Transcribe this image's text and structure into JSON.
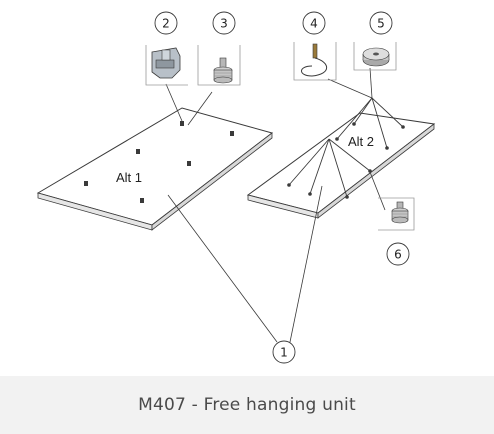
{
  "diagram": {
    "callouts": [
      {
        "id": "callout-1",
        "label": "1"
      },
      {
        "id": "callout-2",
        "label": "2"
      },
      {
        "id": "callout-3",
        "label": "3"
      },
      {
        "id": "callout-4",
        "label": "4"
      },
      {
        "id": "callout-5",
        "label": "5"
      },
      {
        "id": "callout-6",
        "label": "6"
      }
    ],
    "panels": {
      "alt1": {
        "label": "Alt 1"
      },
      "alt2": {
        "label": "Alt 2"
      }
    },
    "parts": [
      {
        "callout": "2",
        "icon": "ceiling-clamp-icon"
      },
      {
        "callout": "3",
        "icon": "threaded-insert-icon"
      },
      {
        "callout": "4",
        "icon": "wire-hanger-icon"
      },
      {
        "callout": "5",
        "icon": "round-connector-icon"
      },
      {
        "callout": "6",
        "icon": "threaded-insert-icon"
      }
    ],
    "colors": {
      "line": "#3a3a3a",
      "panel_top": "#ffffff",
      "panel_edge": "#e6e6e6",
      "caption_bg": "#f2f2f2",
      "caption_text": "#4a4a4a"
    }
  },
  "caption": {
    "text": "M407 - Free hanging unit"
  }
}
